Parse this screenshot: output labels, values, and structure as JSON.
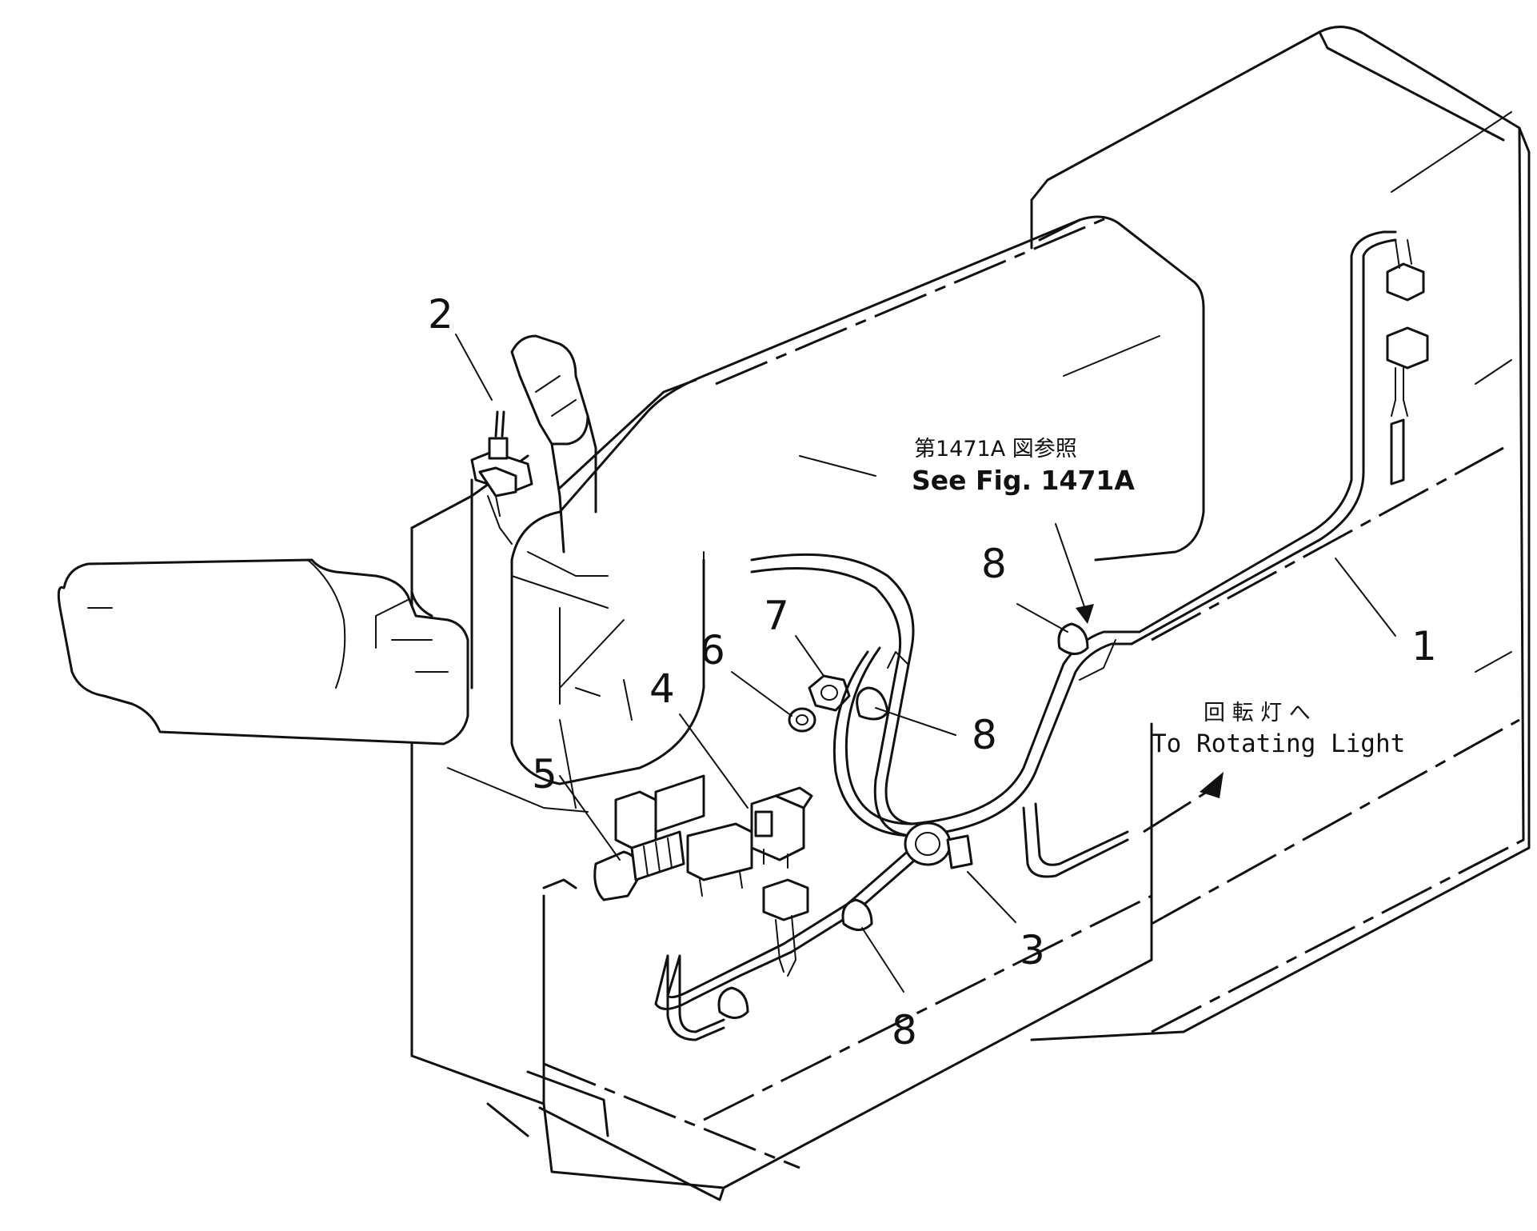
{
  "diagram": {
    "callouts": {
      "c1": "1",
      "c2": "2",
      "c3": "3",
      "c4": "4",
      "c5": "5",
      "c6": "6",
      "c7": "7",
      "c8a": "8",
      "c8b": "8",
      "c8c": "8"
    },
    "reference_note": {
      "japanese": "第1471A 図参照",
      "english": "See Fig. 1471A"
    },
    "direction_note": {
      "japanese": "回 転 灯 へ",
      "english": "To Rotating Light"
    }
  }
}
